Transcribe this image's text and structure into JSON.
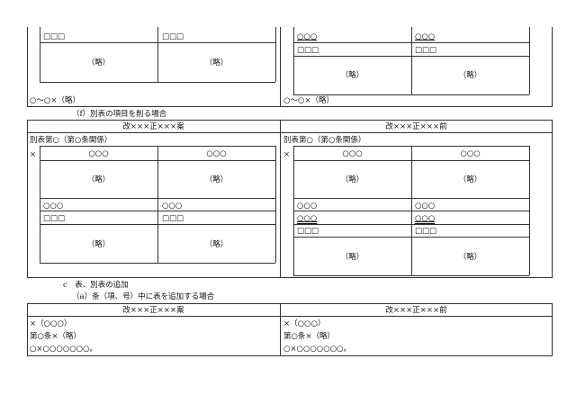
{
  "sym": {
    "sq": "□□□",
    "ci": "○○○",
    "ryaku": "（略）",
    "cross": "×",
    "wave": "○～○×（略）"
  },
  "labels": {
    "amend_after": "改×××正×××案",
    "amend_before": "改×××正×××前",
    "appendix_head": "別表第○（第○条関係）"
  },
  "headings": {
    "f_delete_item": "（f）別表の項目を削る場合",
    "c_table_add": "c　表、別表の追加",
    "a_add_table": "（a）条（項、号）中に表を追加する場合"
  },
  "bottom": {
    "line1": "×（○○○）",
    "line2": "第○条×（略）",
    "line3": "○×○○○○○○○。"
  }
}
